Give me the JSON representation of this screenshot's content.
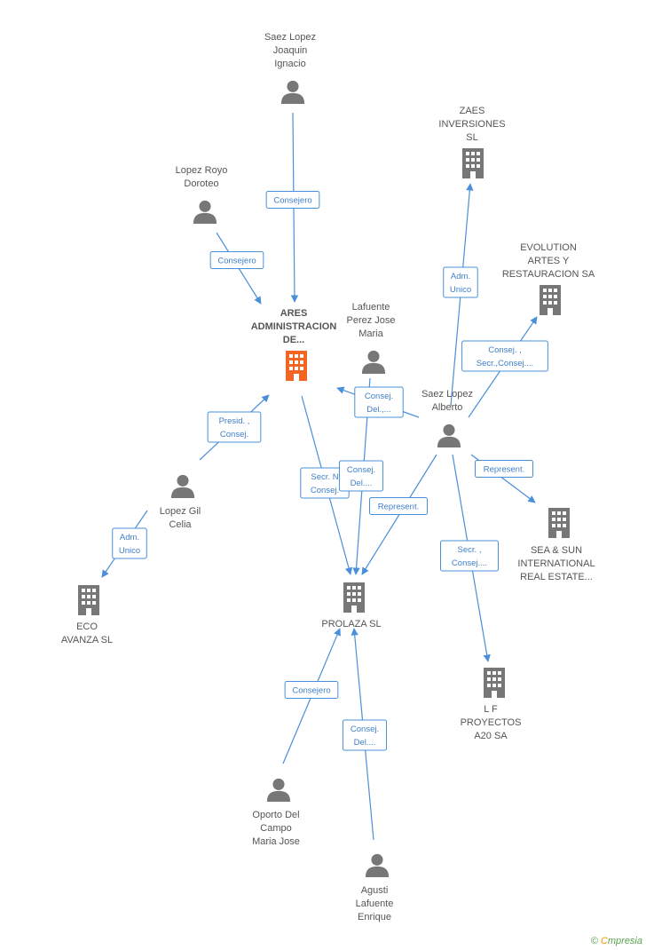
{
  "nodes": [
    {
      "id": "ares",
      "type": "company",
      "highlight": true,
      "lines": [
        "ARES",
        "ADMINISTRACION",
        "DE..."
      ]
    },
    {
      "id": "prolaza",
      "type": "company",
      "lines": [
        "PROLAZA SL"
      ]
    },
    {
      "id": "zaes",
      "type": "company",
      "lines": [
        "ZAES",
        "INVERSIONES",
        "SL"
      ]
    },
    {
      "id": "evolution",
      "type": "company",
      "lines": [
        "EVOLUTION",
        "ARTES Y",
        "RESTAURACION SA"
      ]
    },
    {
      "id": "seasun",
      "type": "company",
      "lines": [
        "SEA & SUN",
        "INTERNATIONAL",
        "REAL ESTATE..."
      ]
    },
    {
      "id": "lf",
      "type": "company",
      "lines": [
        "L F",
        "PROYECTOS",
        "A20 SA"
      ]
    },
    {
      "id": "eco",
      "type": "company",
      "lines": [
        "ECO",
        "AVANZA SL"
      ]
    },
    {
      "id": "saezjoaquin",
      "type": "person",
      "lines": [
        "Saez Lopez",
        "Joaquin",
        "Ignacio"
      ]
    },
    {
      "id": "lopezroyo",
      "type": "person",
      "lines": [
        "Lopez Royo",
        "Doroteo"
      ]
    },
    {
      "id": "lafuentepj",
      "type": "person",
      "lines": [
        "Lafuente",
        "Perez Jose",
        "Maria"
      ]
    },
    {
      "id": "saezalberto",
      "type": "person",
      "lines": [
        "Saez Lopez",
        "Alberto"
      ]
    },
    {
      "id": "lopezgil",
      "type": "person",
      "lines": [
        "Lopez Gil",
        "Celia"
      ]
    },
    {
      "id": "oporto",
      "type": "person",
      "lines": [
        "Oporto Del",
        "Campo",
        "Maria Jose"
      ]
    },
    {
      "id": "agusti",
      "type": "person",
      "lines": [
        "Agusti",
        "Lafuente",
        "Enrique"
      ]
    }
  ],
  "edges": [
    {
      "from": "saezjoaquin",
      "to": "ares",
      "label": [
        "Consejero"
      ]
    },
    {
      "from": "lopezroyo",
      "to": "ares",
      "label": [
        "Consejero"
      ]
    },
    {
      "from": "lopezgil",
      "to": "ares",
      "label": [
        "Presid. ,",
        "Consej."
      ]
    },
    {
      "from": "lopezgil",
      "to": "eco",
      "label": [
        "Adm.",
        "Unico"
      ]
    },
    {
      "from": "saezalberto",
      "to": "ares",
      "label": [
        "Consej.",
        "Del.,..."
      ]
    },
    {
      "from": "saezalberto",
      "to": "zaes",
      "label": [
        "Adm.",
        "Unico"
      ]
    },
    {
      "from": "saezalberto",
      "to": "evolution",
      "label": [
        "Consej. ,",
        "Secr.,Consej...."
      ]
    },
    {
      "from": "saezalberto",
      "to": "seasun",
      "label": [
        "Represent."
      ]
    },
    {
      "from": "saezalberto",
      "to": "lf",
      "label": [
        "Secr. ,",
        "Consej...."
      ]
    },
    {
      "from": "saezalberto",
      "to": "prolaza",
      "label": [
        "Represent."
      ]
    },
    {
      "from": "ares",
      "to": "prolaza",
      "label": [
        "Secr.  N",
        "Consej."
      ]
    },
    {
      "from": "lafuentepj",
      "to": "prolaza",
      "label": [
        "Consej.",
        "Del...."
      ]
    },
    {
      "from": "oporto",
      "to": "prolaza",
      "label": [
        "Consejero"
      ]
    },
    {
      "from": "agusti",
      "to": "prolaza",
      "label": [
        "Consej.",
        "Del...."
      ]
    }
  ],
  "colors": {
    "edge": "#4a8fd9",
    "icon": "#777777",
    "highlight": "#f26522",
    "label": "#555555"
  },
  "footer": {
    "copyright": "©",
    "brand_first": "C",
    "brand_rest": "mpresia"
  }
}
